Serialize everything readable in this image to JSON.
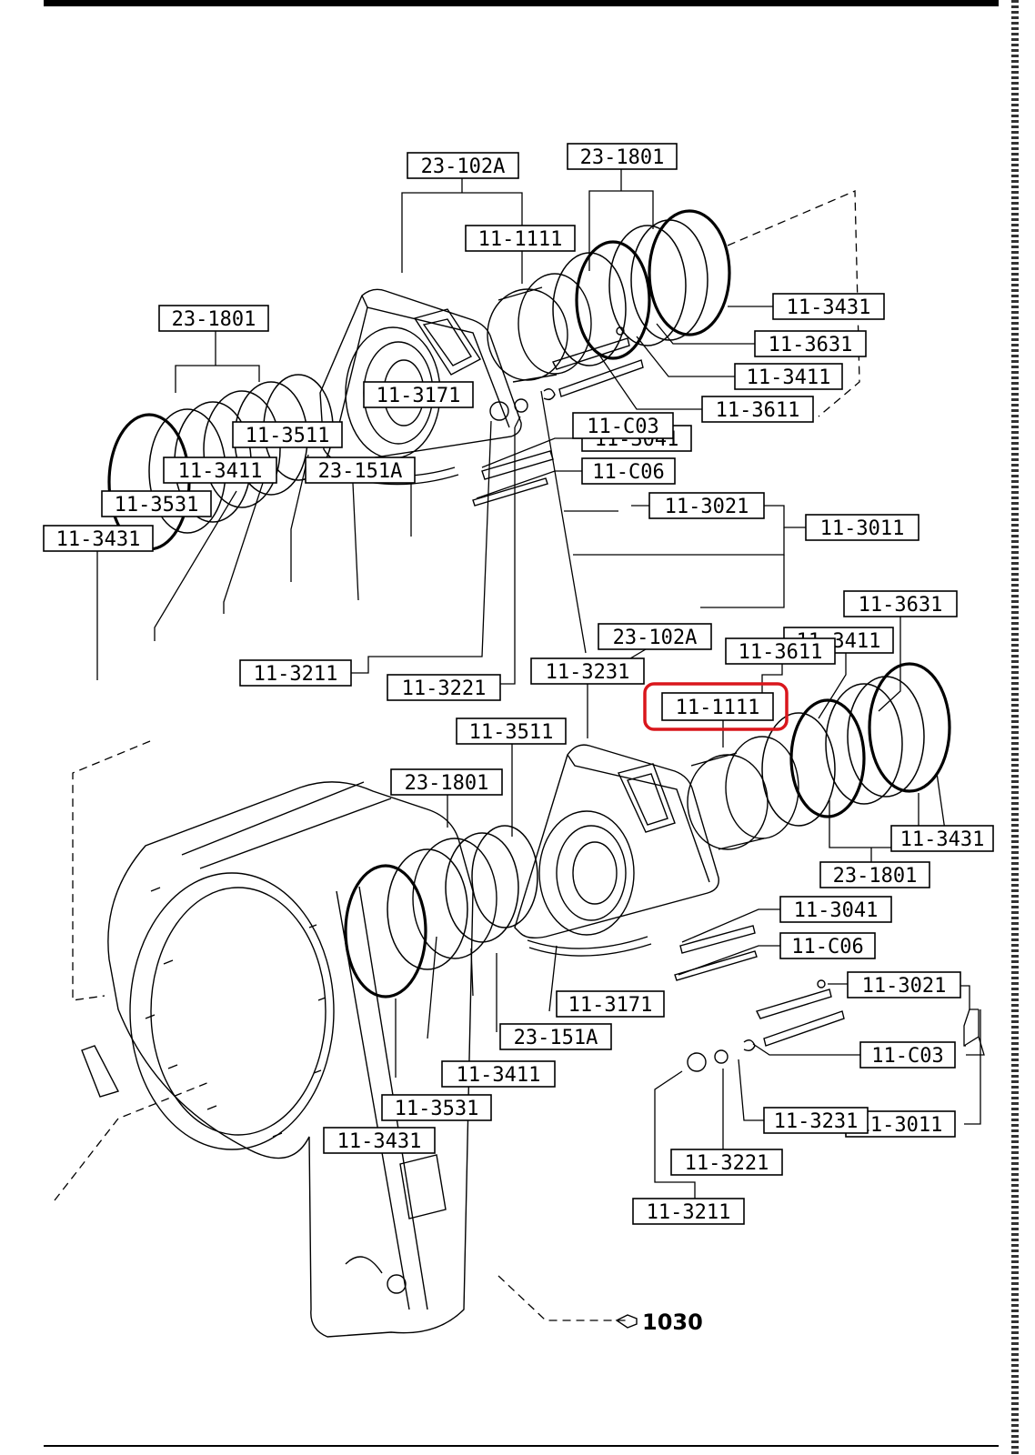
{
  "labels": [
    {
      "id": "l1",
      "text": "23-102A"
    },
    {
      "id": "l2",
      "text": "23-1801"
    },
    {
      "id": "l3",
      "text": "11-1111"
    },
    {
      "id": "l4",
      "text": "11-3431"
    },
    {
      "id": "l5",
      "text": "11-3631"
    },
    {
      "id": "l6",
      "text": "11-3411"
    },
    {
      "id": "l7",
      "text": "11-3611"
    },
    {
      "id": "l8",
      "text": "23-1801"
    },
    {
      "id": "l9",
      "text": "11-3041"
    },
    {
      "id": "l10",
      "text": "11-C06"
    },
    {
      "id": "l11",
      "text": "11-3021"
    },
    {
      "id": "l12",
      "text": "11-3011"
    },
    {
      "id": "l13",
      "text": "11-3171"
    },
    {
      "id": "l14",
      "text": "11-C03"
    },
    {
      "id": "l15",
      "text": "11-3511"
    },
    {
      "id": "l16",
      "text": "11-3411"
    },
    {
      "id": "l17",
      "text": "23-151A"
    },
    {
      "id": "l18",
      "text": "11-3531"
    },
    {
      "id": "l19",
      "text": "11-3431"
    },
    {
      "id": "l20",
      "text": "11-3211"
    },
    {
      "id": "l21",
      "text": "11-3221"
    },
    {
      "id": "l22",
      "text": "11-3231"
    },
    {
      "id": "l23",
      "text": "23-102A"
    },
    {
      "id": "l24",
      "text": "11-3631"
    },
    {
      "id": "l25",
      "text": "11-3411"
    },
    {
      "id": "l26",
      "text": "11-3611"
    },
    {
      "id": "l27",
      "text": "11-1111",
      "highlighted": true
    },
    {
      "id": "l28",
      "text": "11-3511"
    },
    {
      "id": "l29",
      "text": "23-1801"
    },
    {
      "id": "l30",
      "text": "11-3431"
    },
    {
      "id": "l31",
      "text": "23-1801"
    },
    {
      "id": "l32",
      "text": "11-3041"
    },
    {
      "id": "l33",
      "text": "11-C06"
    },
    {
      "id": "l34",
      "text": "11-3171"
    },
    {
      "id": "l35",
      "text": "23-151A"
    },
    {
      "id": "l36",
      "text": "11-3021"
    },
    {
      "id": "l37",
      "text": "11-C03"
    },
    {
      "id": "l38",
      "text": "11-3411"
    },
    {
      "id": "l39",
      "text": "11-3011"
    },
    {
      "id": "l40",
      "text": "11-3531"
    },
    {
      "id": "l41",
      "text": "11-3231"
    },
    {
      "id": "l42",
      "text": "11-3431"
    },
    {
      "id": "l43",
      "text": "11-3221"
    },
    {
      "id": "l44",
      "text": "11-3211"
    }
  ],
  "reference": {
    "text": "1030"
  },
  "colors": {
    "line": "#000000",
    "highlight": "#d9161c",
    "background": "#ffffff"
  }
}
